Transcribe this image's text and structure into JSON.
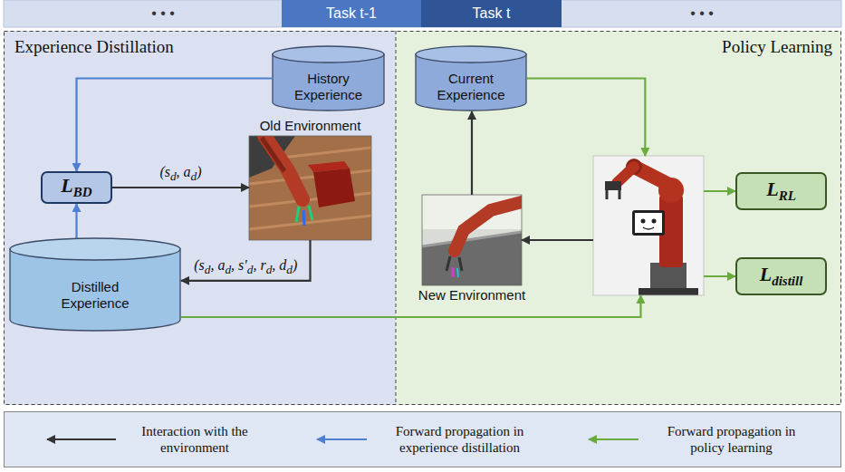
{
  "diagram": {
    "nodes": [
      {
        "text": [
          "Task t-1"
        ]
      },
      {
        "text": [
          "Task t"
        ]
      },
      {
        "text": [
          "Experience Distillation"
        ]
      },
      {
        "text": [
          "History Experience"
        ],
        "in": 2
      },
      {
        "text": [
          "LBD"
        ],
        "in": 2
      },
      {
        "text": [
          "Old Environment"
        ],
        "in": 2
      },
      {
        "text": [
          "Distilled Experience"
        ],
        "in": 2
      },
      {
        "text": [
          "Policy Learning"
        ]
      },
      {
        "text": [
          "Current Experience"
        ],
        "in": 7
      },
      {
        "text": [
          "New Environment"
        ],
        "in": 7
      },
      {
        "text": [],
        "in": 7
      },
      {
        "text": [
          "LRL"
        ],
        "in": 7
      },
      {
        "text": [
          "Ldistill"
        ],
        "in": 7
      }
    ],
    "edges": [
      {
        "from": 3,
        "to": 4,
        "arrow": "to"
      },
      {
        "from": 6,
        "to": 4,
        "arrow": "to"
      },
      {
        "from": 4,
        "to": 5,
        "arrow": "to",
        "label": "(sd, ad)"
      },
      {
        "from": 5,
        "to": 6,
        "arrow": "to",
        "label": "(sd, ad, s'd, rd, dd)"
      },
      {
        "from": 6,
        "to": 10,
        "arrow": "to"
      },
      {
        "from": 8,
        "to": 10,
        "arrow": "to"
      },
      {
        "from": 10,
        "to": 9,
        "arrow": "to"
      },
      {
        "from": 9,
        "to": 8,
        "arrow": "to"
      },
      {
        "from": 10,
        "to": 11,
        "arrow": "to"
      },
      {
        "from": 10,
        "to": 12,
        "arrow": "to"
      }
    ],
    "labels": [
      "• • •",
      "• • •"
    ],
    "legend": [
      {
        "text": "Interaction with the environment"
      },
      {
        "text": "Forward propagation in experience distillation"
      },
      {
        "text": "Forward propagation in policy learning"
      }
    ]
  }
}
